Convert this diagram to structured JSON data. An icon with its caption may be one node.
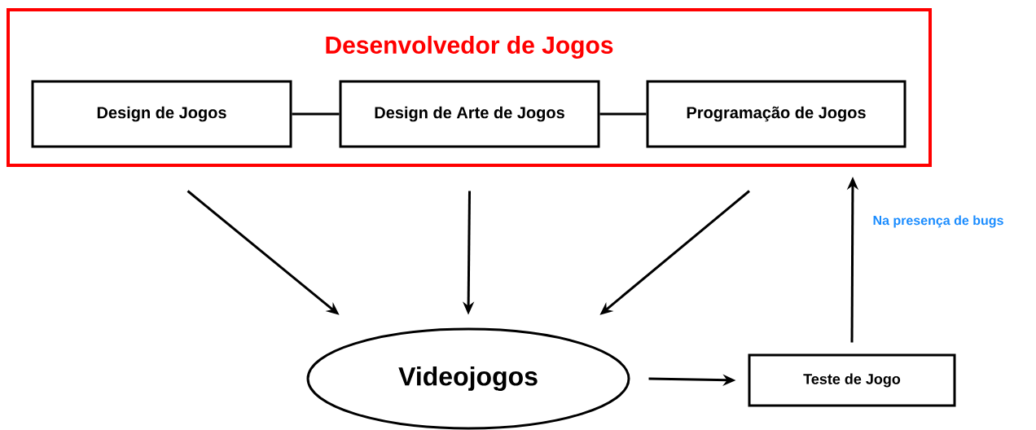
{
  "diagram": {
    "nodes": [
      {
        "text": [
          "Desenvolvedor de Jogos"
        ]
      },
      {
        "text": [
          "Design de Jogos"
        ],
        "in": 0
      },
      {
        "text": [
          "Design de Arte de Jogos"
        ],
        "in": 0
      },
      {
        "text": [
          "Programação de Jogos"
        ],
        "in": 0
      },
      {
        "text": [
          "Videojogos"
        ]
      },
      {
        "text": [
          "Teste de Jogo"
        ]
      }
    ],
    "edges": [
      {
        "from": 1,
        "to": 2,
        "arrow": "none"
      },
      {
        "from": 2,
        "to": 3,
        "arrow": "none"
      },
      {
        "from": 1,
        "to": 4,
        "arrow": "to"
      },
      {
        "from": 2,
        "to": 4,
        "arrow": "to"
      },
      {
        "from": 3,
        "to": 4,
        "arrow": "to"
      },
      {
        "from": 4,
        "to": 5,
        "arrow": "to"
      },
      {
        "from": 5,
        "to": 0,
        "arrow": "to",
        "label": "Na presença de bugs"
      }
    ]
  }
}
